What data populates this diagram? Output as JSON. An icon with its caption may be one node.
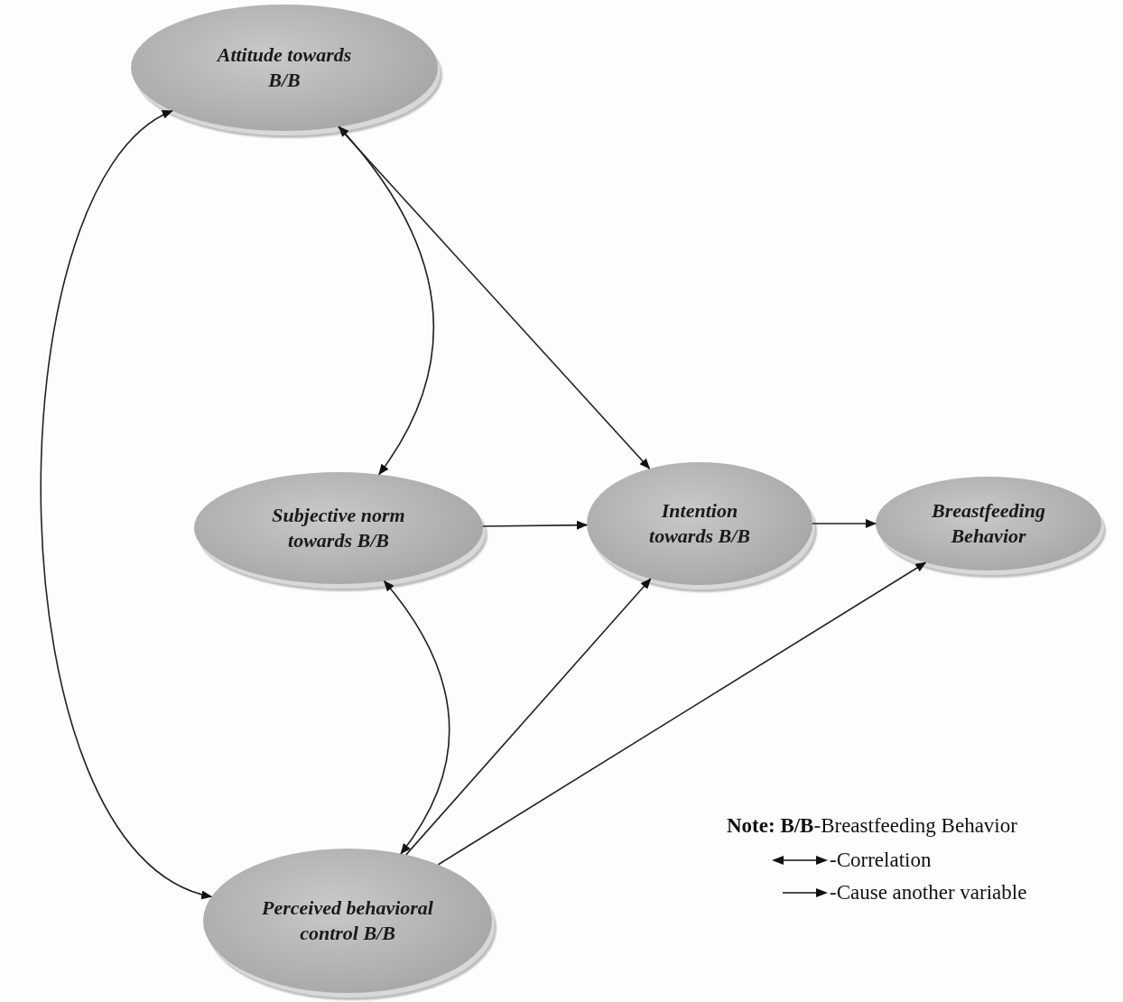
{
  "diagram": {
    "nodes": [
      {
        "text": [
          "Attitude towards B/B"
        ]
      },
      {
        "text": [
          "Subjective norm towards B/B"
        ]
      },
      {
        "text": [
          "Intention towards B/B"
        ]
      },
      {
        "text": [
          "Breastfeeding Behavior"
        ]
      },
      {
        "text": [
          "Perceived behavioral control B/B"
        ]
      }
    ],
    "edges": [
      {
        "from": 0,
        "to": 4,
        "arrow": "both"
      },
      {
        "from": 0,
        "to": 1,
        "arrow": "both"
      },
      {
        "from": 1,
        "to": 4,
        "arrow": "both"
      },
      {
        "from": 0,
        "to": 2,
        "arrow": "to"
      },
      {
        "from": 1,
        "to": 2,
        "arrow": "to"
      },
      {
        "from": 4,
        "to": 2,
        "arrow": "to"
      },
      {
        "from": 4,
        "to": 3,
        "arrow": "to"
      },
      {
        "from": 2,
        "to": 3,
        "arrow": "to"
      }
    ],
    "labels": [
      "**Note: B/B**-Breastfeeding Behavior"
    ],
    "legend": [
      {
        "text": "-Correlation"
      },
      {
        "text": "-Cause another variable"
      }
    ]
  }
}
